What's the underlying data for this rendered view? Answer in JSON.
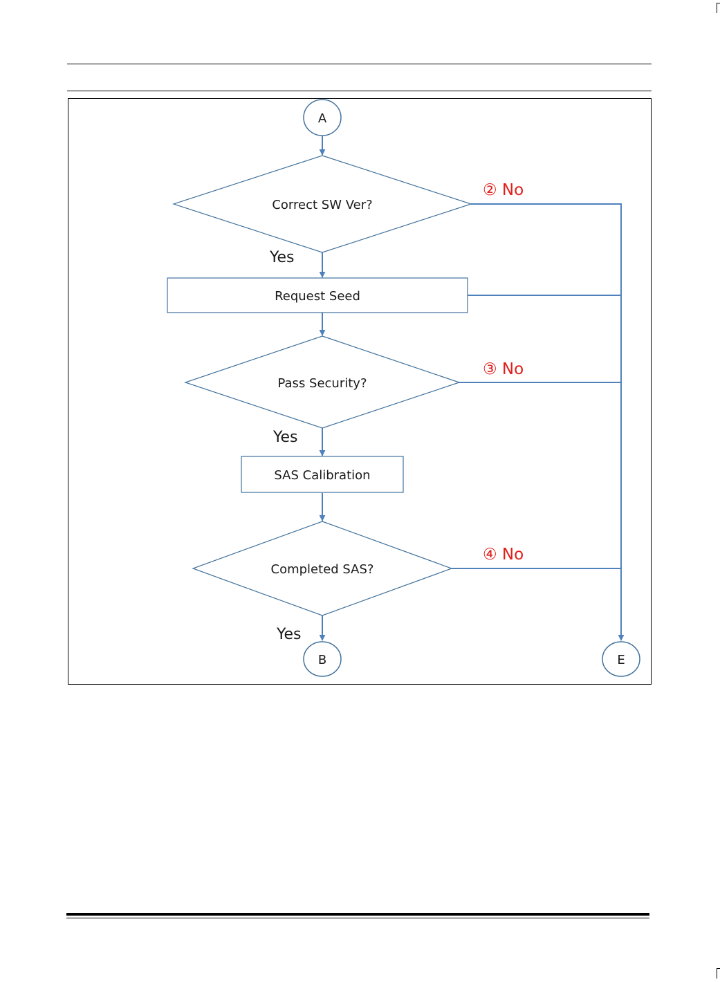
{
  "colors": {
    "flow_line": "#4f81bd",
    "shape_stroke": "#41719c",
    "no_label": "#e0201b",
    "text": "#1a1a1a"
  },
  "diagram": {
    "connector_start": "A",
    "connector_end_yes": "B",
    "connector_end_no": "E",
    "decision_sw_version": "Correct SW Ver?",
    "process_request_seed": "Request Seed",
    "decision_security": "Pass Security?",
    "process_sas_calibration": "SAS Calibration",
    "decision_sas_completed": "Completed SAS?",
    "yes_label_1": "Yes",
    "yes_label_2": "Yes",
    "yes_label_3": "Yes",
    "no_label_2": "② No",
    "no_label_3": "③ No",
    "no_label_4": "④ No"
  }
}
